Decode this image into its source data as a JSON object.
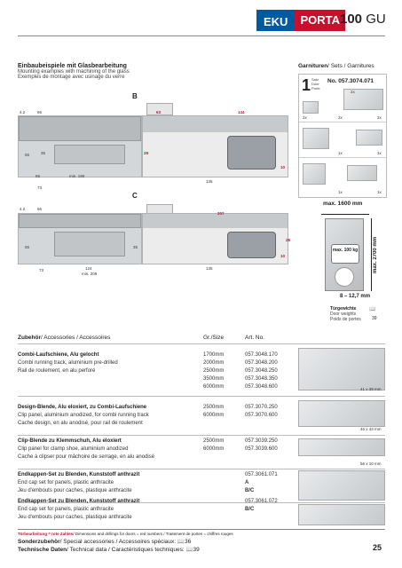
{
  "header": {
    "brand_eku": "EKU",
    "brand_porta": "PORTA",
    "model_number": "100",
    "model_suffix": "GU"
  },
  "examples": {
    "title": "Einbaubeispiele mit Glasbearbeitung",
    "subtitle_en": "Mounting examples with machining of the glass",
    "subtitle_fr": "Exemples de montage avec usinage du verre"
  },
  "sets": {
    "title_de": "Garnituren",
    "title_rest": "/ Sets / Garnitures",
    "qty": "1",
    "set_lines": [
      "Satz",
      "Door",
      "Porte"
    ],
    "article_no": "No. 057.3074.071",
    "counts": [
      "2x",
      "2x",
      "2x",
      "2x",
      "1x",
      "1x",
      "1x",
      "1x"
    ],
    "max_width": "max. 1600 mm",
    "max_height": "max. 2700 mm",
    "max_weight": "max. 100 kg",
    "thickness": "8 – 12,7 mm",
    "weights_de": "Türgewichte",
    "weights_en": "Door weights",
    "weights_fr": "Poids de portes",
    "weights_page": "39"
  },
  "drawings": {
    "label_b": "B",
    "label_c": "C",
    "b_dims": [
      "4.2",
      "66",
      "55",
      "35",
      "55",
      "min. 190",
      "73"
    ],
    "b_red": [
      "63",
      "144",
      "28",
      "10"
    ],
    "b_bottom": "135",
    "c_dims": [
      "4.2",
      "66",
      "55",
      "35",
      "73",
      "124",
      "min. 209"
    ],
    "c_red": [
      "207",
      "28",
      "10"
    ],
    "c_bottom": "135"
  },
  "table": {
    "header_de": "Zubehör",
    "header_rest": "/ Accessories / Accessoires",
    "col_size": "Gr./Size",
    "col_art": "Art. No.",
    "groups": [
      {
        "title": "Combi-Laufschiene, Alu gelocht",
        "lines": [
          "Combi running track, aluminium pre-drilled",
          "Rail de roulement, en alu perforé"
        ],
        "sizes": [
          "1700mm",
          "2000mm",
          "2500mm",
          "3500mm",
          "6000mm"
        ],
        "arts": [
          "057.3048.170",
          "057.3048.200",
          "057.3048.250",
          "057.3048.350",
          "057.3048.600"
        ],
        "dim": "41 x 39 mm"
      },
      {
        "title": "Design-Blende, Alu eloxiert, zu Combi-Laufschiene",
        "lines": [
          "Clip panel, aluminium anodized, for combi running track",
          "Cache design, en alu anodisé, pour rail de roulement"
        ],
        "sizes": [
          "2500mm",
          "6000mm"
        ],
        "arts": [
          "057.3070.250",
          "057.3070.600"
        ],
        "dim": "46 x 43 mm"
      },
      {
        "title": "Clip-Blende zu Klemmschuh, Alu eloxiert",
        "lines": [
          "Clip panel for clamp shoe, aluminium anodized",
          "Cache à clipser pour mâchoire de serrage, en alu anodisé"
        ],
        "sizes": [
          "2500mm",
          "6000mm"
        ],
        "arts": [
          "057.3039.250",
          "057.3039.600"
        ],
        "dim": "56 x 10 mm"
      },
      {
        "title": "Endkappen-Set zu Blenden, Kunststoff anthrazit",
        "lines": [
          "End cap set for panels, plastic anthracite",
          "Jeu d'embouts pour caches, plastique anthracite"
        ],
        "sizes": [],
        "arts": [
          "057.3061.071",
          "A",
          "B/C"
        ],
        "dim": ""
      },
      {
        "title": "Endkappen-Set zu Blenden, Kunststoff anthrazit",
        "lines": [
          "End cap set for panels, plastic anthracite",
          "Jeu d'embouts pour caches, plastique anthracite"
        ],
        "sizes": [],
        "arts": [
          "057.3061.072",
          "B/C"
        ],
        "dim": ""
      }
    ]
  },
  "footer": {
    "note_red": "Türbearbeitung = rote Zahlen",
    "note_rest": "/ Dimensions and drillings for doors = red numbers / Traitement de portes = chiffres rouges",
    "special_de": "Sonderzubehör",
    "special_rest": "/ Special accessories / Accessoires spéciaux:",
    "special_page": "36",
    "tech_de": "Technische Daten",
    "tech_rest": "/ Technical data / Caractéristiques techniques:",
    "tech_page": "39",
    "page_number": "25"
  }
}
